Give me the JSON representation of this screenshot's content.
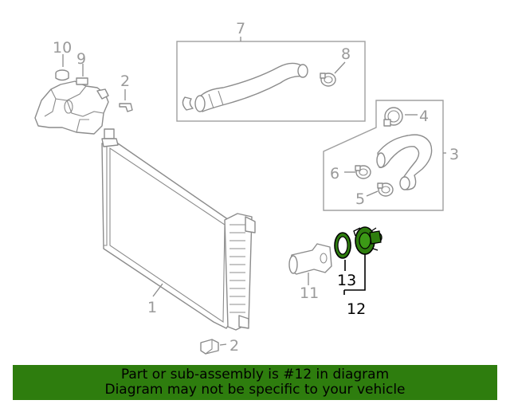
{
  "callouts": {
    "n1": "1",
    "n2a": "2",
    "n2b": "2",
    "n3": "3",
    "n4": "4",
    "n5": "5",
    "n6": "6",
    "n7": "7",
    "n8": "8",
    "n9": "9",
    "n10": "10",
    "n11": "11",
    "n12": "12",
    "n13": "13"
  },
  "footer": {
    "line1": "Part or sub-assembly is #12 in diagram",
    "line2": "Diagram may not be specific to your vehicle"
  },
  "colors": {
    "footer_background": "#2e7d0e",
    "highlight_part": "#2e7d0e",
    "line_art": "#8c8c8c"
  }
}
